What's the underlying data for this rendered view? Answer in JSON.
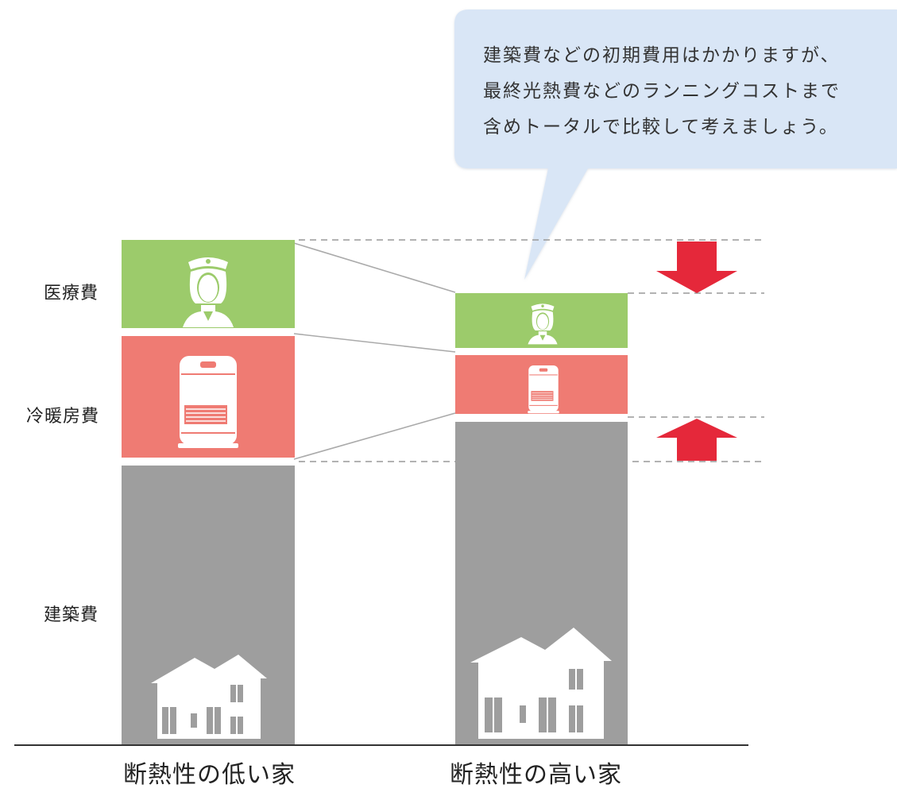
{
  "callout": {
    "lines": [
      "建築費などの初期費用はかかりますが、",
      "最終光熱費などのランニングコストまで",
      "含めトータルで比較して考えましょう。"
    ]
  },
  "categories": {
    "medical": "医療費",
    "heating": "冷暖房費",
    "construction": "建築費"
  },
  "houses": {
    "low": "断熱性の低い家",
    "high": "断熱性の高い家"
  },
  "colors": {
    "medical": "#9ccb6b",
    "heating": "#ef7b73",
    "construction": "#9e9e9e",
    "arrow": "#e5283a",
    "bubble": "#d9e6f6",
    "line": "#aaaaaa",
    "dash": "#999999"
  },
  "icons": {
    "medical": "nurse-icon",
    "heating": "heater-icon",
    "construction": "house-icon"
  },
  "arrows": {
    "top": "down",
    "bottom": "up"
  }
}
